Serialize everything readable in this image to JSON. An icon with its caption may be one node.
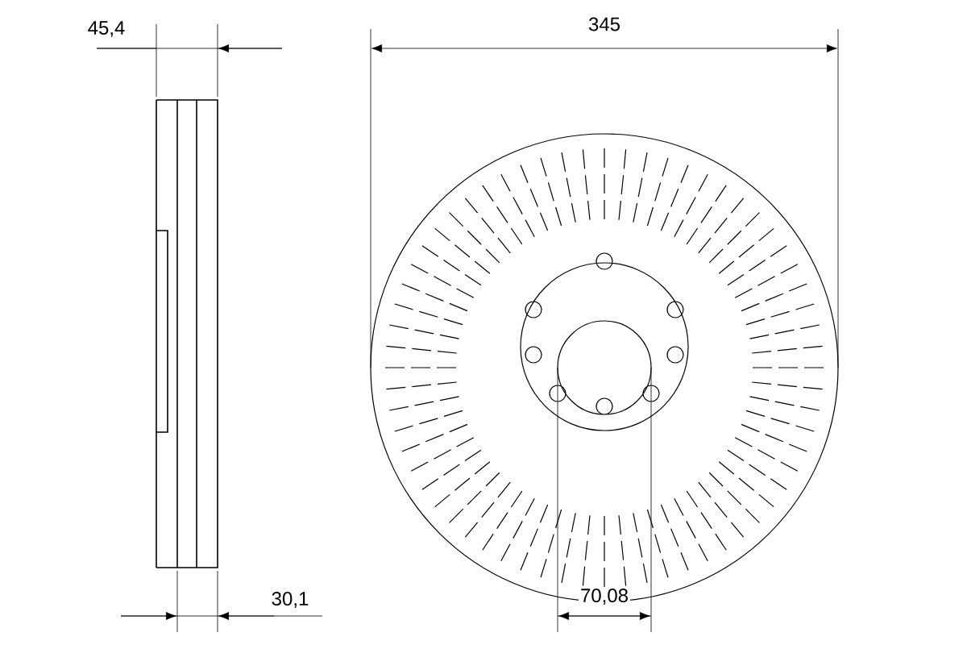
{
  "diagram": {
    "labels": [
      "45,4",
      "345",
      "30,1",
      "70,08"
    ]
  }
}
